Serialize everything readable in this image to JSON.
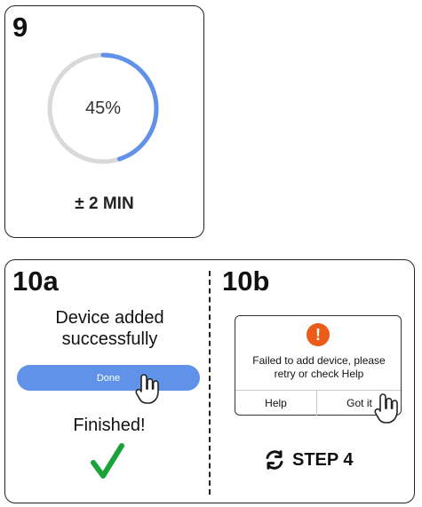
{
  "panel_9": {
    "step_label": "9",
    "progress": {
      "text": "45%",
      "value": 45,
      "color": "#5f92e8",
      "track_color": "#d9d9d9"
    },
    "time_text": "± 2 MIN"
  },
  "panel_10": {
    "left": {
      "step_label": "10a",
      "title_line_1": "Device added",
      "title_line_2": "successfully",
      "done_label": "Done",
      "done_color": "#5f92e8",
      "finished_label": "Finished!",
      "check_color": "#19a339",
      "hand_icon": "pointer-hand-icon",
      "check_icon": "check-icon"
    },
    "right": {
      "step_label": "10b",
      "alert_icon_label": "!",
      "alert_color": "#ec5b17",
      "message": "Failed to add device, please retry or check Help",
      "help_label": "Help",
      "gotit_label": "Got it",
      "hand_icon": "pointer-hand-icon",
      "refresh_icon": "refresh-icon",
      "step_4_label": "STEP 4"
    }
  }
}
